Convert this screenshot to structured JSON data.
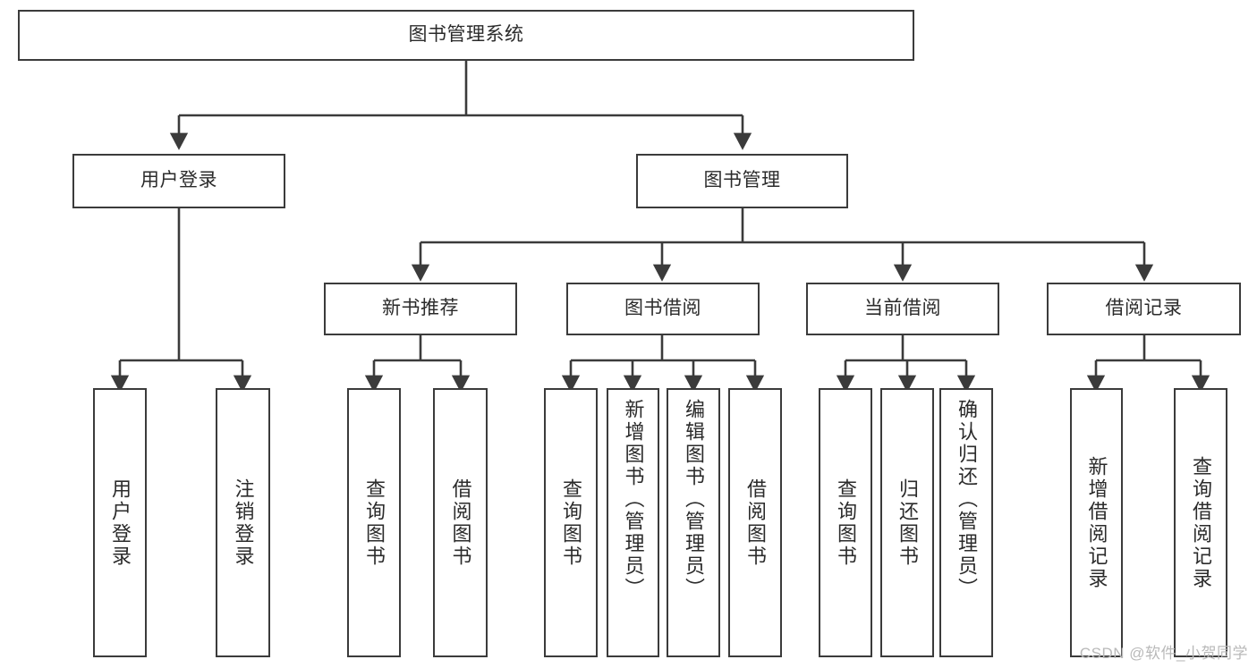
{
  "diagram": {
    "type": "hierarchy-tree",
    "title": "图书管理系统",
    "root": {
      "label": "图书管理系统"
    },
    "level2": [
      {
        "label": "用户登录"
      },
      {
        "label": "图书管理"
      }
    ],
    "level3": [
      {
        "label": "新书推荐"
      },
      {
        "label": "图书借阅"
      },
      {
        "label": "当前借阅"
      },
      {
        "label": "借阅记录"
      }
    ],
    "leaves": {
      "user_login": [
        {
          "label": "用户登录"
        },
        {
          "label": "注销登录"
        }
      ],
      "new_book_recommend": [
        {
          "label": "查询图书"
        },
        {
          "label": "借阅图书"
        }
      ],
      "book_borrow": [
        {
          "label": "查询图书"
        },
        {
          "label": "新增图书（管理员）"
        },
        {
          "label": "编辑图书（管理员）"
        },
        {
          "label": "借阅图书"
        }
      ],
      "current_borrow": [
        {
          "label": "查询图书"
        },
        {
          "label": "归还图书"
        },
        {
          "label": "确认归还（管理员）"
        }
      ],
      "borrow_record": [
        {
          "label": "新增借阅记录"
        },
        {
          "label": "查询借阅记录"
        }
      ]
    }
  },
  "watermark": {
    "text": "CSDN @软件_小贺同学"
  },
  "colors": {
    "border": "#3b3b3b",
    "text": "#2b2b2b",
    "background": "#ffffff",
    "watermark": "#b9b9b9"
  }
}
